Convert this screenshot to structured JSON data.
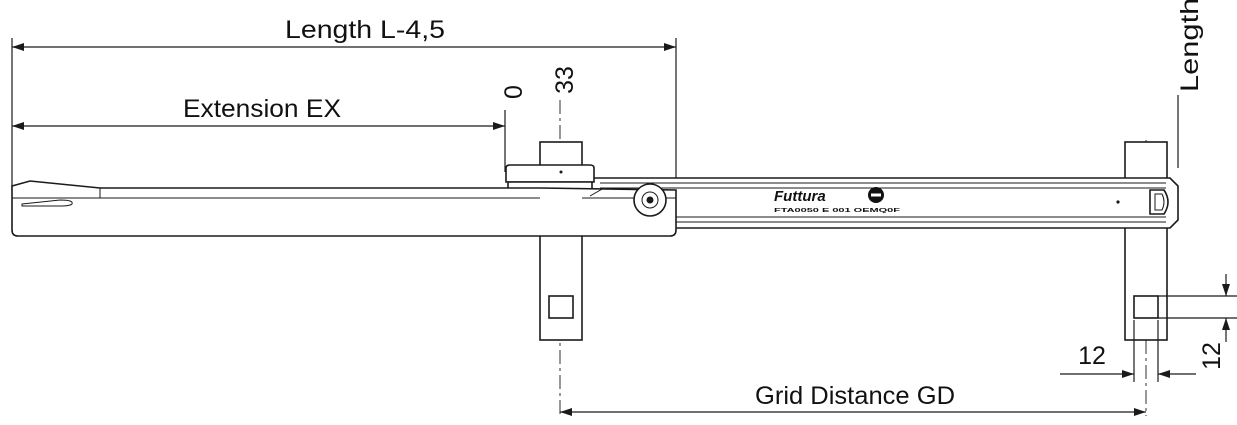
{
  "labels": {
    "length_l_minus": "Length L-4,5",
    "extension": "Extension EX",
    "zero": "0",
    "thirty_three": "33",
    "length_l": "Length L",
    "twelve_horizontal": "12",
    "twelve_vertical": "12",
    "grid_distance": "Grid Distance GD"
  },
  "brand": {
    "logo_text": "Futtura",
    "fine_print": "FTA0050  E 001 OEMQ0F"
  }
}
